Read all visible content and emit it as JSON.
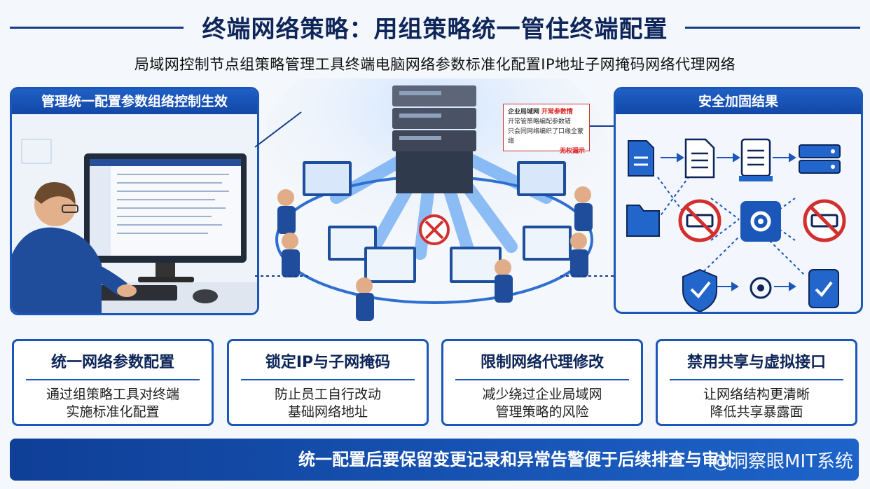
{
  "header": {
    "title": "终端网络策略：用组策略统一管住终端配置",
    "subtitle": "局域网控制节点组策略管理工具终端电脑网络参数标准化配置IP地址子网掩码网络代理网络"
  },
  "left_panel": {
    "title": "管理统一配置参数组络控制生效"
  },
  "right_panel": {
    "title": "安全加固结果"
  },
  "center": {
    "warning_title": "企业局域网",
    "warning_title_red": "开常参数情",
    "warning_lines": [
      "开常管策略编配参数错",
      "只会同网络编织了口缘全蒙络"
    ],
    "warning_footer": "无权漏示"
  },
  "cards": [
    {
      "title": "统一网络参数配置",
      "desc_1": "通过组策略工具对终端",
      "desc_2": "实施标准化配置"
    },
    {
      "title": "锁定IP与子网掩码",
      "desc_1": "防止员工自行改动",
      "desc_2": "基础网络地址"
    },
    {
      "title": "限制网络代理修改",
      "desc_1": "减少绕过企业局域网",
      "desc_2": "管理策略的风险"
    },
    {
      "title": "禁用共享与虚拟接口",
      "desc_1": "让网络结构更清晰",
      "desc_2": "降低共享暴露面"
    }
  ],
  "footer": {
    "banner": "统一配置后要保留变更记录和异常告警便于后续排查与审计",
    "watermark": "@洞察眼MIT系统"
  },
  "colors": {
    "primary": "#1a57b8",
    "dark": "#0d2559",
    "danger": "#d22f2f"
  }
}
